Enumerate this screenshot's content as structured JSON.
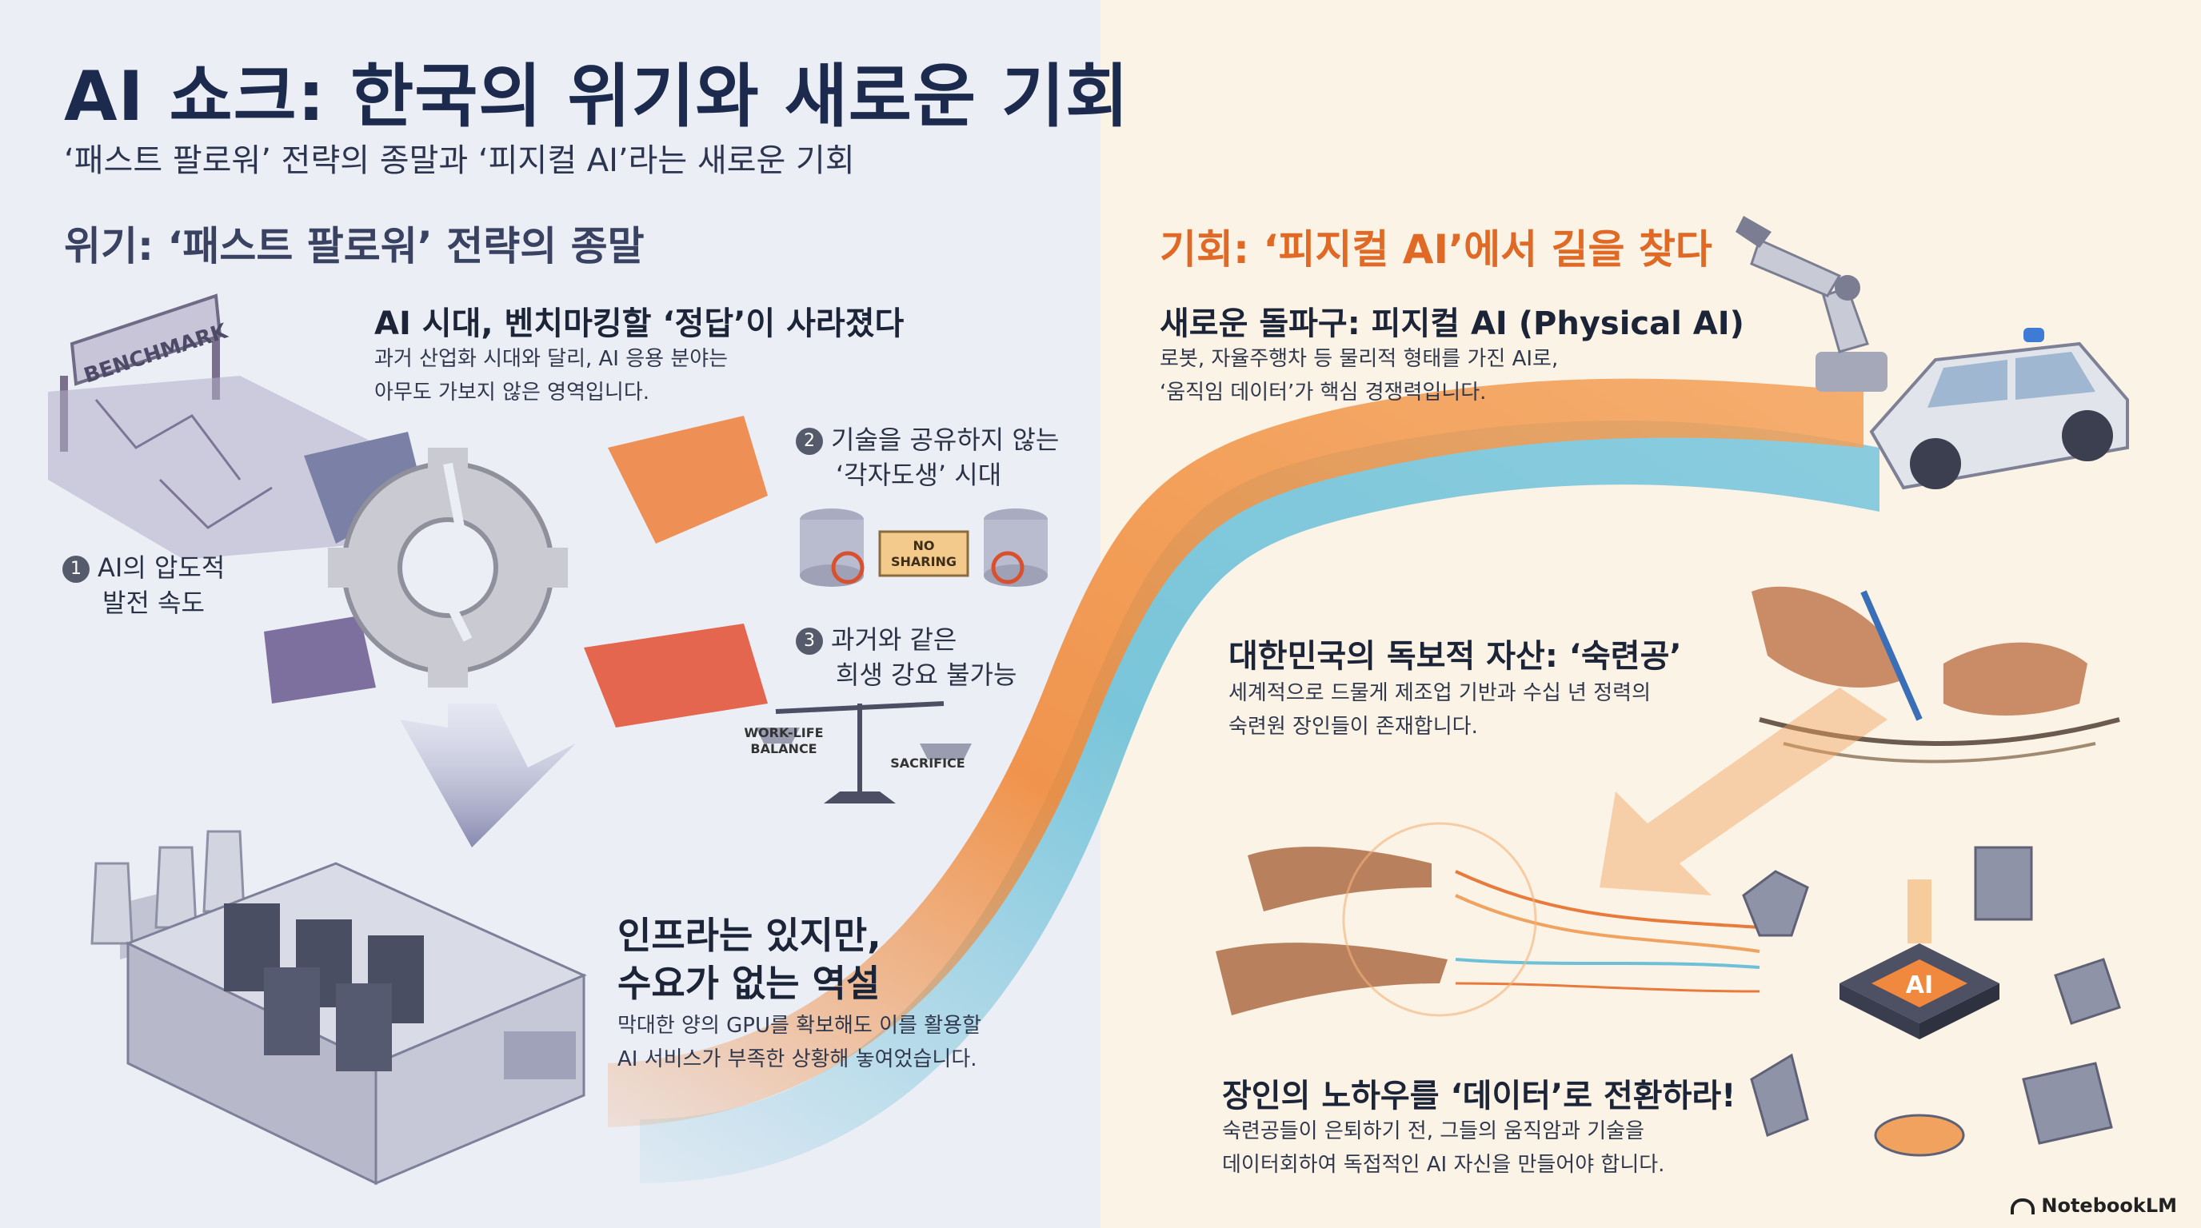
{
  "header": {
    "title": "AI 쇼크: 한국의 위기와 새로운 기회",
    "subtitle": "‘패스트 팔로워’ 전략의 종말과 ‘피지컬 AI’라는 새로운 기회"
  },
  "crisis": {
    "heading": "위기: ‘패스트 팔로워’ 전략의 종말",
    "benchmark_sign": "BENCHMARK",
    "answer_title": "AI 시대, 벤치마킹할 ‘정답’이 사라졌다",
    "answer_body_1": "과거 산업화 시대와 달리, AI 응용 분야는",
    "answer_body_2": "아무도 가보지 않은 영역입니다.",
    "item1_num": "1",
    "item1_line1": "AI의 압도적",
    "item1_line2": "발전 속도",
    "item2_num": "2",
    "item2_line1": "기술을 공유하지 않는",
    "item2_line2": "‘각자도생’ 시대",
    "no_sharing_line1": "NO",
    "no_sharing_line2": "SHARING",
    "item3_num": "3",
    "item3_line1": "과거와 같은",
    "item3_line2": "희생 강요 불가능",
    "scale_left_1": "WORK-LIFE",
    "scale_left_2": "BALANCE",
    "scale_right": "SACRIFICE",
    "paradox_title_1": "인프라는 있지만,",
    "paradox_title_2": "수요가 없는 역설",
    "paradox_body_1": "막대한 양의 GPU를 확보해도 이를 활용할",
    "paradox_body_2": "AI 서비스가 부족한 상황해 놓여었습니다."
  },
  "opportunity": {
    "heading": "기회: ‘피지컬 AI’에서 길을 찾다",
    "physical_title": "새로운 돌파구: 피지컬 AI (Physical AI)",
    "physical_body_1": "로봇, 자율주행차 등 물리적 형태를 가진 AI로,",
    "physical_body_2": "‘움직임 데이터’가 핵심 경쟁력입니다.",
    "asset_title": "대한민국의 독보적 자산: ‘숙련공’",
    "asset_body_1": "세계적으로 드물게 제조업 기반과 수십 년 정력의",
    "asset_body_2": "숙련원 장인들이 존재합니다.",
    "knowhow_title": "장인의 노하우를 ‘데이터’로 전환하라!",
    "knowhow_body_1": "숙련공들이 은퇴하기 전, 그들의 움직암과 기술을",
    "knowhow_body_2": "데이터회하여 독접적인 AI 자신을 만들어야 합니다.",
    "chip_label": "AI"
  },
  "footer": {
    "brand": "NotebookLM"
  },
  "colors": {
    "title": "#1c2a4d",
    "accent_orange": "#e06a25",
    "accent_blue": "#6cc0d8",
    "bg_left": "#eceef6",
    "bg_right": "#fbf3e6"
  }
}
